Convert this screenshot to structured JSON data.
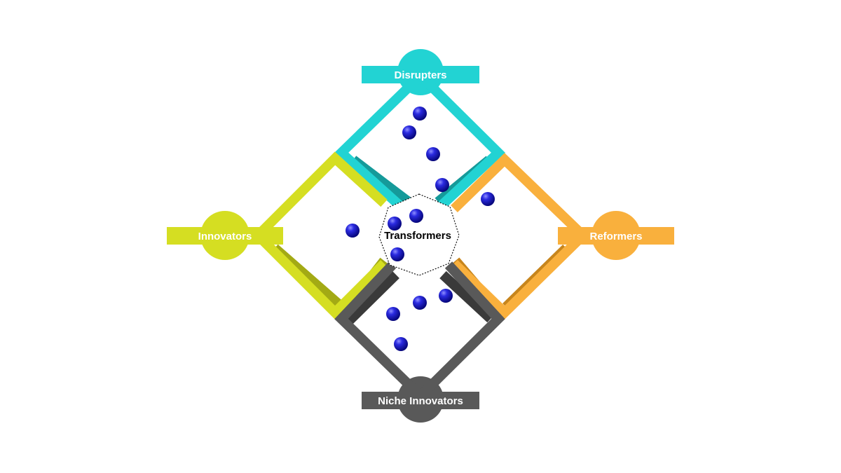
{
  "diagram": {
    "center_label": "Transformers",
    "quadrants": {
      "top": {
        "label": "Disrupters",
        "color": "#22d3d3",
        "shadow": "#159a9a"
      },
      "left": {
        "label": "Innovators",
        "color": "#d5de22",
        "shadow": "#a3aa14"
      },
      "right": {
        "label": "Reformers",
        "color": "#f9b03d",
        "shadow": "#c7851c"
      },
      "bottom": {
        "label": "Niche Innovators",
        "color": "#595959",
        "shadow": "#3a3a3a"
      }
    },
    "marker_color": "#1111cc",
    "marker_highlight": "#8f8fff"
  }
}
